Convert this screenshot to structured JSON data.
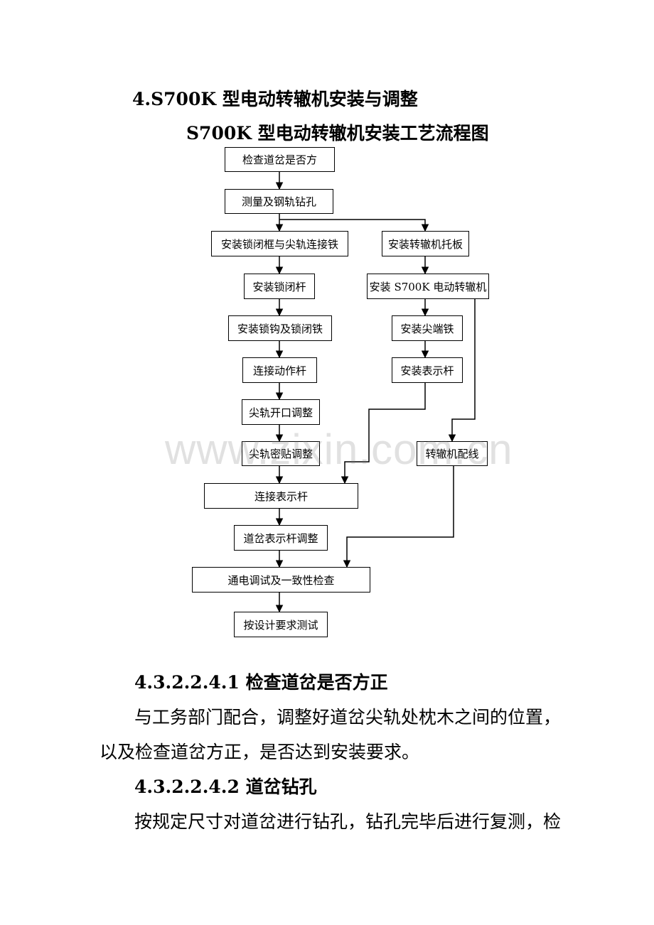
{
  "section_heading": "4.S700K 型电动转辙机安装与调整",
  "diagram_title": "S700K 型电动转辙机安装工艺流程图",
  "flowchart": {
    "boxes": {
      "check": "检查道岔是否方",
      "measure": "测量及钢轨钻孔",
      "lock_frame": "安装锁闭框与尖轨连接铁",
      "machine_plate": "安装转辙机托板",
      "lock_rod": "安装锁闭杆",
      "install_machine": "安装 S700K 电动转辙机",
      "lock_hook": "安装锁钩及锁闭铁",
      "tip_iron": "安装尖端铁",
      "action_rod": "连接动作杆",
      "indicator_rod_install": "安装表示杆",
      "opening_adjust": "尖轨开口调整",
      "fit_adjust": "尖轨密贴调整",
      "wiring": "转辙机配线",
      "connect_indicator": "连接表示杆",
      "indicator_adjust": "道岔表示杆调整",
      "power_test": "通电调试及一致性检查",
      "design_test": "按设计要求测试"
    }
  },
  "sections": [
    {
      "heading": "4.3.2.2.4.1 检查道岔是否方正",
      "lines": [
        "与工务部门配合，调整好道岔尖轨处枕木之间的位置，",
        "以及检查道岔方正，是否达到安装要求。"
      ]
    },
    {
      "heading": "4.3.2.2.4.2 道岔钻孔",
      "lines": [
        "按规定尺寸对道岔进行钻孔，钻孔完毕后进行复测，检"
      ]
    }
  ],
  "watermark": "www.zixin.com.cn"
}
